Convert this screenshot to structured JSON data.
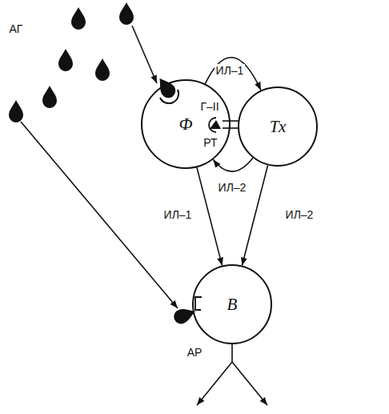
{
  "diagram": {
    "nodes": [
      {
        "text": [
          "Ф"
        ]
      },
      {
        "text": [
          "Тх"
        ]
      },
      {
        "text": [
          "В"
        ]
      }
    ],
    "edges": [
      {
        "from": 0,
        "to": 1,
        "label": "ИЛ–1",
        "arrow": "to"
      },
      {
        "from": 1,
        "to": 0,
        "label": "ИЛ–2",
        "arrow": "to"
      },
      {
        "from": 0,
        "to": 2,
        "label": "ИЛ–1",
        "arrow": "to"
      },
      {
        "from": 1,
        "to": 2,
        "label": "ИЛ–2",
        "arrow": "to"
      }
    ],
    "labels": [
      "АГ",
      "Г–II",
      "РТ",
      "АР"
    ]
  }
}
